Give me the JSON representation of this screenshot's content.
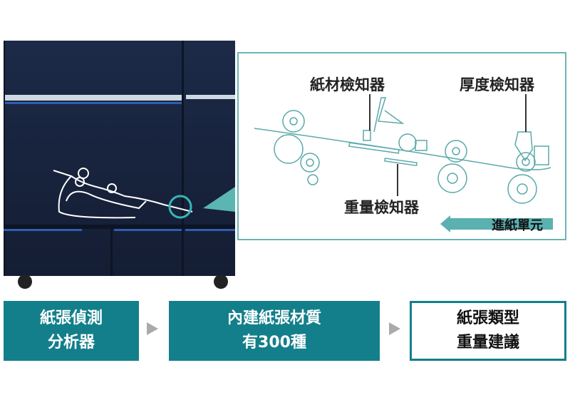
{
  "diagram": {
    "sensors": {
      "paper_sensor": "紙材檢知器",
      "thickness_sensor": "厚度檢知器",
      "weight_sensor": "重量檢知器"
    },
    "feed_unit": "進紙單元"
  },
  "flow": [
    {
      "line1": "紙張偵測",
      "line2": "分析器"
    },
    {
      "line1": "內建紙張材質",
      "line2": "有300種"
    },
    {
      "line1": "紙張類型",
      "line2": "重量建議"
    }
  ],
  "colors": {
    "teal": "#137f8b",
    "line": "#5aa9ab",
    "machine": "#1c2a48"
  }
}
